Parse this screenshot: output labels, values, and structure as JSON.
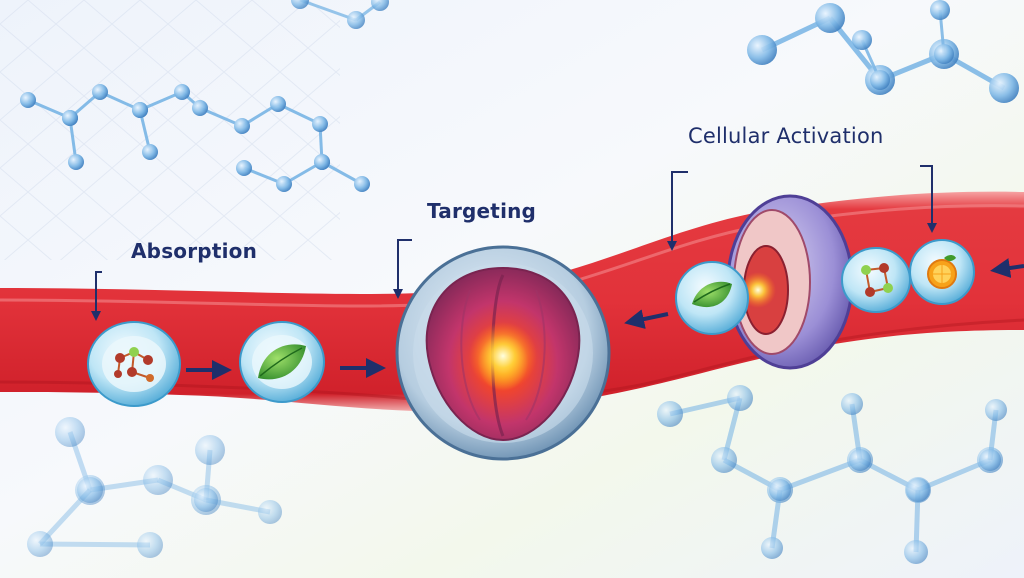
{
  "labels": {
    "absorption": "Absorption",
    "targeting": "Targeting",
    "cellular_activation": "Cellular Activation"
  },
  "colors": {
    "vessel": "#e02a33",
    "vessel_dark": "#b5121c",
    "label_text": "#1f2f6b",
    "arrow": "#1f2f6b",
    "molecule": "#7fb8e6",
    "capsule": "#8fd3ee",
    "cell_core": "#c2356b"
  },
  "stages": [
    {
      "name": "absorption",
      "contents": "molecule-cluster"
    },
    {
      "name": "absorption",
      "contents": "leaf-icon"
    },
    {
      "name": "targeting",
      "contents": "cell-nucleus"
    },
    {
      "name": "cellular-activation",
      "contents": "leaf-icon"
    },
    {
      "name": "cellular-activation",
      "contents": "molecule-cluster"
    },
    {
      "name": "cellular-activation",
      "contents": "orange-slice-icon"
    }
  ]
}
